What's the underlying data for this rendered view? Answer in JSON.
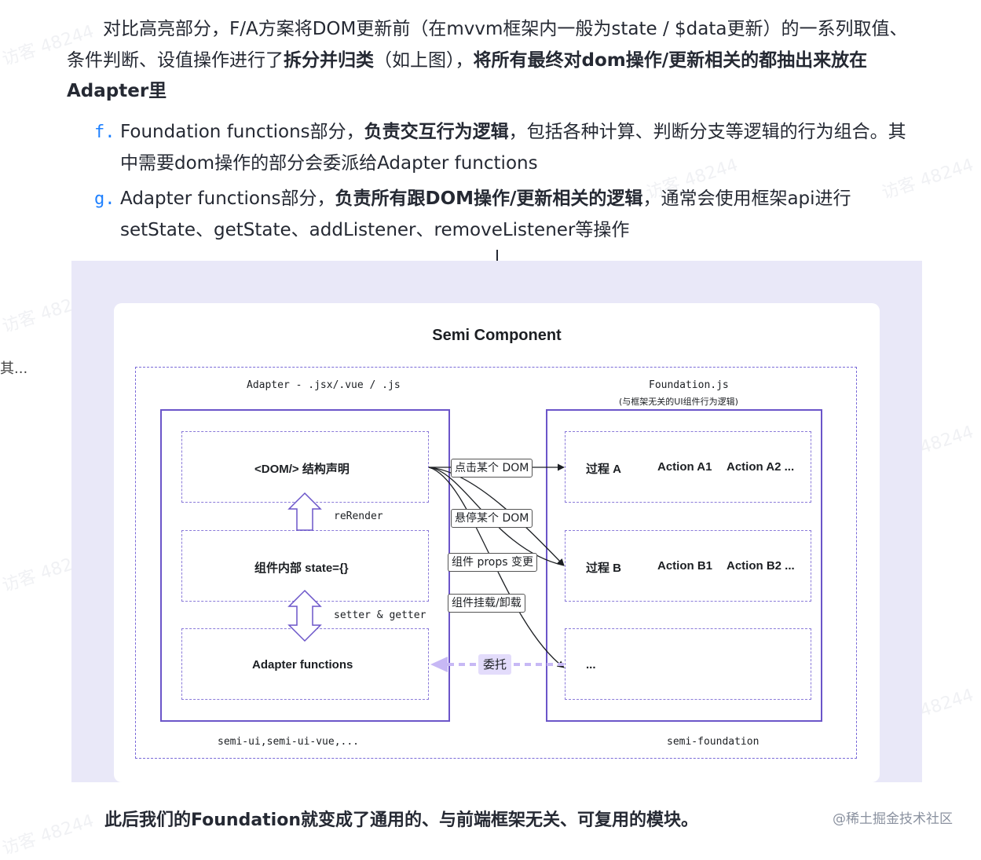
{
  "intro": {
    "text1": "对比高亮部分，F/A方案将DOM更新前（在mvvm框架内一般为state / $data更新）的一系列取值、条件判断、设值操作进行了",
    "bold1": "拆分并归类",
    "text2": "（如上图），",
    "bold2": "将所有最终对dom操作/更新相关的都抽出来放在Adapter里"
  },
  "list": [
    {
      "marker": "f.",
      "lead": "Foundation functions部分，",
      "bold": "负责交互行为逻辑",
      "tail": "，包括各种计算、判断分支等逻辑的行为组合。其中需要dom操作的部分会委派给Adapter functions"
    },
    {
      "marker": "g.",
      "lead": "Adapter functions部分，",
      "bold": "负责所有跟DOM操作/更新相关的逻辑",
      "tail": "，通常会使用框架api进行setState、getState、addListener、removeListener等操作"
    }
  ],
  "left_fragment": "其...",
  "watermark_text": "访客 48244",
  "diagram": {
    "title": "Semi Component",
    "adapter_header": "Adapter - .jsx/.vue / .js",
    "foundation_header": "Foundation.js",
    "foundation_sub": "(与框架无关的UI组件行为逻辑)",
    "left_blocks": [
      "<DOM/> 结构声明",
      "组件内部 state={}",
      "Adapter functions"
    ],
    "rerender_label": "reRender",
    "setter_getter_label": "setter & getter",
    "events": [
      "点击某个 DOM",
      "悬停某个 DOM",
      "组件 props 变更",
      "组件挂载/卸载"
    ],
    "delegate_label": "委托",
    "processes": [
      {
        "name": "过程 A",
        "a1": "Action A1",
        "a2": "Action A2 ..."
      },
      {
        "name": "过程 B",
        "a1": "Action B1",
        "a2": "Action B2 ..."
      },
      {
        "name": "...",
        "a1": "",
        "a2": ""
      }
    ],
    "left_footer": "semi-ui,semi-ui-vue,...",
    "right_footer": "semi-foundation",
    "colors": {
      "frame": "#6b55c9",
      "figure_bg": "#e9e8f8",
      "delegate_fill": "#e3dcfb"
    }
  },
  "final_sentence": "此后我们的Foundation就变成了通用的、与前端框架无关、可复用的模块。",
  "brand": "@稀土掘金技术社区"
}
